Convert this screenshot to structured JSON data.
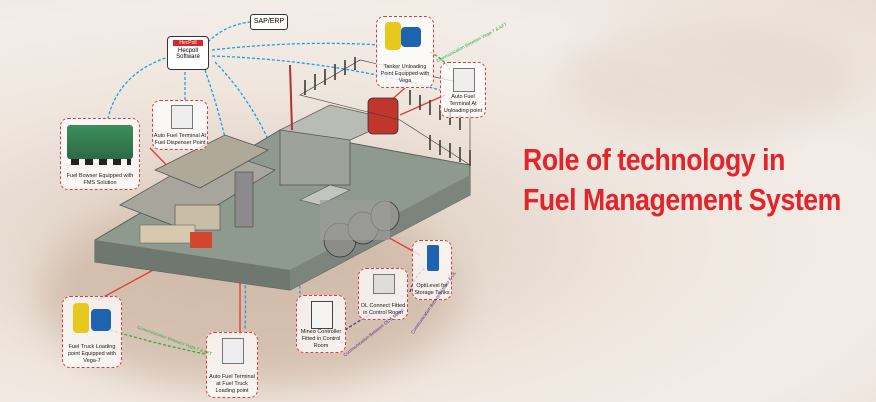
{
  "title_lines": [
    "Role of technology in",
    "Fuel Management System"
  ],
  "colors": {
    "accent": "#e3242b",
    "link_blue": "#1e9fe0",
    "link_green": "#2fae4a",
    "link_purple": "#5a2d8c"
  },
  "nodes": {
    "sap": "SAP/ERP",
    "hecpoll_brand": "HecPoll",
    "hecpoll": "Hecpoll Software",
    "tanker_unloading": "Tanker Unloading Point Equipped with Vega",
    "auto_terminal_unloading": "Auto Fuel Terminal At Unloading point",
    "auto_terminal_dispenser": "Auto Fuel Terminal At Fuel Dispenser Point",
    "fuel_bowser": "Fuel Bowser Equipped with FMS Solution",
    "optilevel": "OptiLevel for Storage Tanks",
    "ol_connect": "OL Connect Fitted in Control Room",
    "mineo": "Mineo Controller Fitted in Control Room",
    "auto_terminal_truck": "Auto Fuel Terminal at Fuel Truck Loading point",
    "truck_loading": "Fuel Truck Loading point Equipped with Vega-7"
  },
  "comm_labels": {
    "top": "Communication Between Vega-7 & AFT",
    "bottom_left": "Communication Between Vega-7 & AFT",
    "mid": "Communication Between OL & Mineo",
    "right": "Communication Between Mineo & OL"
  }
}
